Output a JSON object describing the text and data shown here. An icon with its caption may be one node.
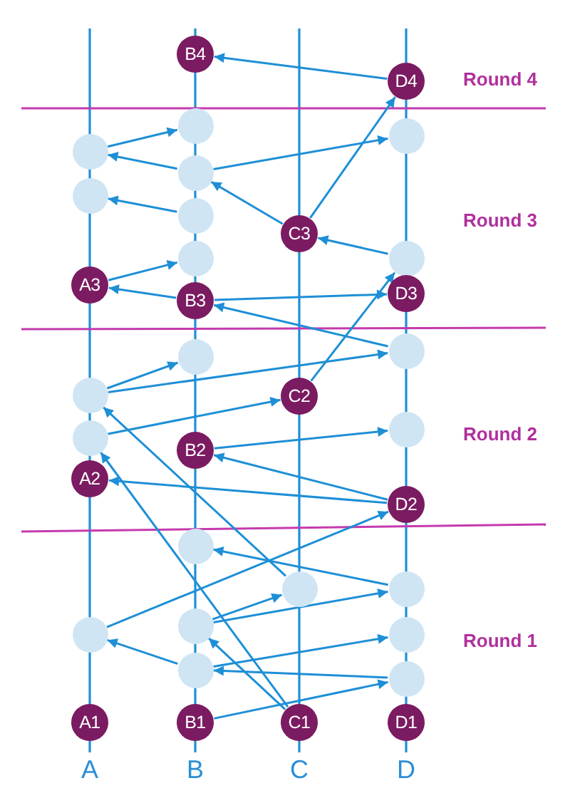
{
  "diagram": {
    "nodes": [
      {
        "text": [
          "B4"
        ]
      },
      {
        "text": [
          "D4"
        ]
      },
      {
        "text": [],
        "shape": "circle"
      },
      {
        "text": [],
        "shape": "circle"
      },
      {
        "text": [],
        "shape": "circle"
      },
      {
        "text": [],
        "shape": "circle"
      },
      {
        "text": [],
        "shape": "circle"
      },
      {
        "text": [],
        "shape": "circle"
      },
      {
        "text": [
          "C3"
        ]
      },
      {
        "text": [],
        "shape": "circle"
      },
      {
        "text": [],
        "shape": "circle"
      },
      {
        "text": [
          "A3"
        ]
      },
      {
        "text": [
          "D3"
        ]
      },
      {
        "text": [
          "B3"
        ]
      },
      {
        "text": [],
        "shape": "circle"
      },
      {
        "text": [],
        "shape": "circle"
      },
      {
        "text": [],
        "shape": "circle"
      },
      {
        "text": [
          "C2"
        ]
      },
      {
        "text": [],
        "shape": "circle"
      },
      {
        "text": [],
        "shape": "circle"
      },
      {
        "text": [
          "B2"
        ]
      },
      {
        "text": [
          "A2"
        ]
      },
      {
        "text": [
          "D2"
        ]
      },
      {
        "text": [],
        "shape": "circle"
      },
      {
        "text": [],
        "shape": "circle"
      },
      {
        "text": [],
        "shape": "circle"
      },
      {
        "text": [],
        "shape": "circle"
      },
      {
        "text": [],
        "shape": "circle"
      },
      {
        "text": [],
        "shape": "circle"
      },
      {
        "text": [],
        "shape": "circle"
      },
      {
        "text": [],
        "shape": "circle"
      },
      {
        "text": [
          "A1"
        ]
      },
      {
        "text": [
          "B1"
        ]
      },
      {
        "text": [
          "C1"
        ]
      },
      {
        "text": [
          "D1"
        ]
      }
    ],
    "edges": [
      {
        "from": 1,
        "to": 0,
        "arrow": "to"
      },
      {
        "from": 8,
        "to": 1,
        "arrow": "to"
      },
      {
        "from": 4,
        "to": 2,
        "arrow": "to"
      },
      {
        "from": 5,
        "to": 4,
        "arrow": "to"
      },
      {
        "from": 5,
        "to": 3,
        "arrow": "to"
      },
      {
        "from": 8,
        "to": 5,
        "arrow": "to"
      },
      {
        "from": 7,
        "to": 6,
        "arrow": "to"
      },
      {
        "from": 10,
        "to": 8,
        "arrow": "to"
      },
      {
        "from": 11,
        "to": 9,
        "arrow": "to"
      },
      {
        "from": 17,
        "to": 10,
        "arrow": "to"
      },
      {
        "from": 13,
        "to": 11,
        "arrow": "to"
      },
      {
        "from": 13,
        "to": 12,
        "arrow": "to"
      },
      {
        "from": 14,
        "to": 13,
        "arrow": "to"
      },
      {
        "from": 16,
        "to": 14,
        "arrow": "to"
      },
      {
        "from": 16,
        "to": 15,
        "arrow": "to"
      },
      {
        "from": 24,
        "to": 16,
        "arrow": "to"
      },
      {
        "from": 19,
        "to": 17,
        "arrow": "to"
      },
      {
        "from": 20,
        "to": 18,
        "arrow": "to"
      },
      {
        "from": 33,
        "to": 19,
        "arrow": "to"
      },
      {
        "from": 22,
        "to": 20,
        "arrow": "to"
      },
      {
        "from": 22,
        "to": 21,
        "arrow": "to"
      },
      {
        "from": 27,
        "to": 22,
        "arrow": "to"
      },
      {
        "from": 25,
        "to": 23,
        "arrow": "to"
      },
      {
        "from": 26,
        "to": 24,
        "arrow": "to"
      },
      {
        "from": 26,
        "to": 25,
        "arrow": "to"
      },
      {
        "from": 33,
        "to": 26,
        "arrow": "to"
      },
      {
        "from": 29,
        "to": 27,
        "arrow": "to"
      },
      {
        "from": 29,
        "to": 28,
        "arrow": "to"
      },
      {
        "from": 30,
        "to": 29,
        "arrow": "to"
      },
      {
        "from": 32,
        "to": 30,
        "arrow": "to"
      }
    ],
    "labels": [
      "Round 4",
      "Round 3",
      "Round 2",
      "Round 1",
      "A",
      "B",
      "C",
      "D"
    ]
  }
}
